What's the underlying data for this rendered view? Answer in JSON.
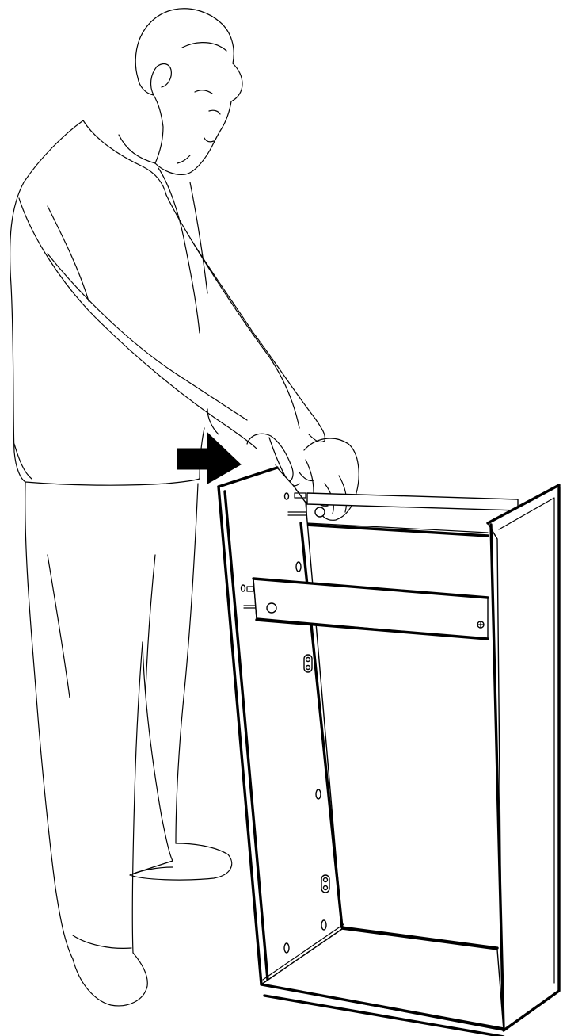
{
  "figure": {
    "type": "assembly-instruction-illustration",
    "subject": "person",
    "object": "bookcase-frame",
    "action_indicator": "arrow-icon",
    "line_color": "#000000",
    "background_color": "#ffffff"
  }
}
